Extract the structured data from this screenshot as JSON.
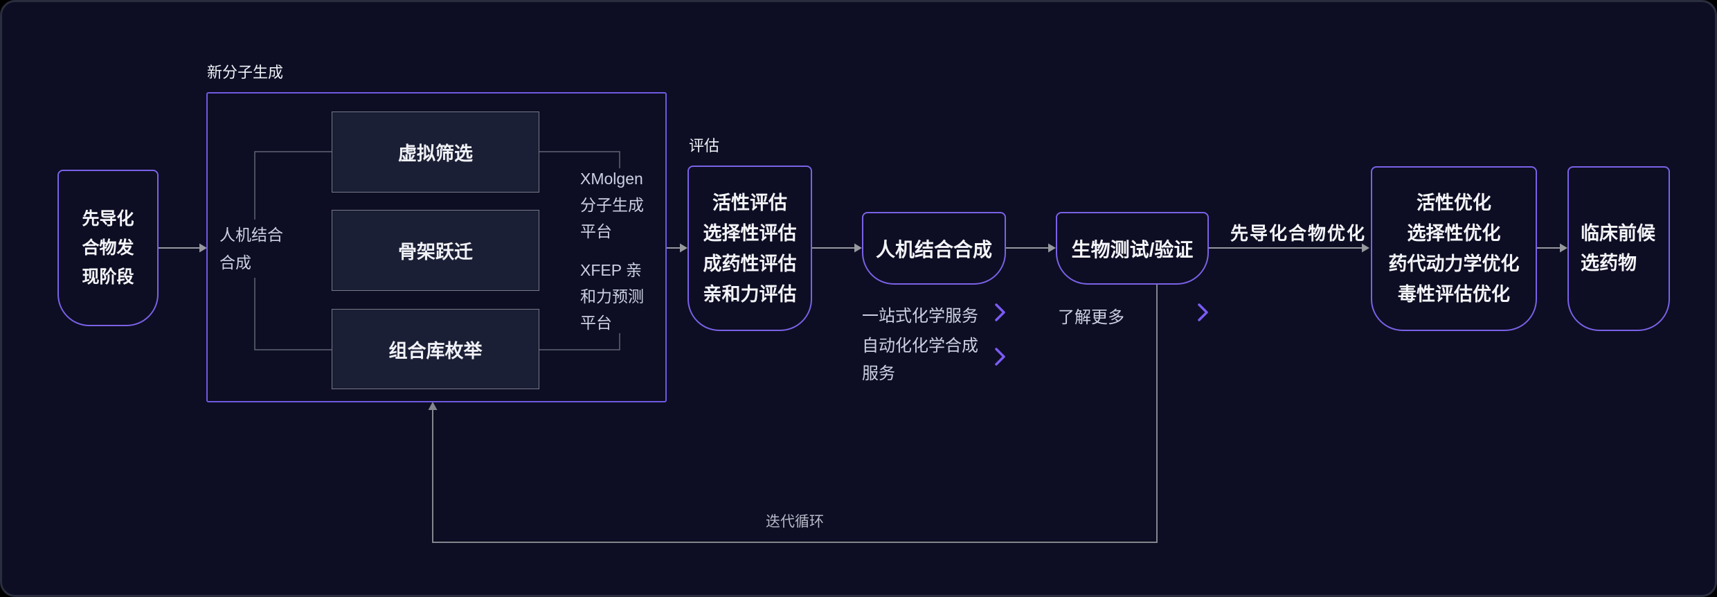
{
  "palette": {
    "background": "#0d0e23",
    "frame_border": "#2a2d3e",
    "node_border": "#7a62e8",
    "group_border": "#6f59e2",
    "inner_box_fill": "#1b1f35",
    "inner_box_border": "#767988",
    "flow_line": "#97999f",
    "loop_line": "#84868f",
    "bracket_line": "#5f6372",
    "chevron": "#7b5bf6",
    "title_text": "#f4f5f9",
    "secondary_text": "#cdd0e2",
    "muted_text": "#b6b9c7"
  },
  "nodes": {
    "lead_discovery": {
      "label": "先导化\n合物发\n现阶段"
    },
    "generation_group": {
      "title": "新分子生成",
      "synthesis_label": "人机结合\n合成",
      "boxes": {
        "virtual_screening": "虚拟筛选",
        "scaffold_hopping": "骨架跃迁",
        "library_enumeration": "组合库枚举"
      },
      "platforms": {
        "xmolgen": "XMolgen\n分子生成\n平台",
        "xfep": "XFEP 亲\n和力预测\n平台"
      }
    },
    "evaluation": {
      "title": "评估",
      "label": "活性评估\n选择性评估\n成药性评估\n亲和力评估"
    },
    "synthesis": {
      "label": "人机结合合成",
      "links": [
        {
          "label": "一站式化学服务"
        },
        {
          "label": "自动化化学合成\n服务"
        }
      ]
    },
    "bio_testing": {
      "label": "生物测试/验证",
      "link": "了解更多"
    },
    "optimization": {
      "arrow_label": "先导化合物优化",
      "label": "活性优化\n选择性优化\n药代动力学优化\n毒性评估优化"
    },
    "preclinical": {
      "label": "临床前候\n选药物"
    },
    "loop": {
      "label": "迭代循环"
    }
  }
}
